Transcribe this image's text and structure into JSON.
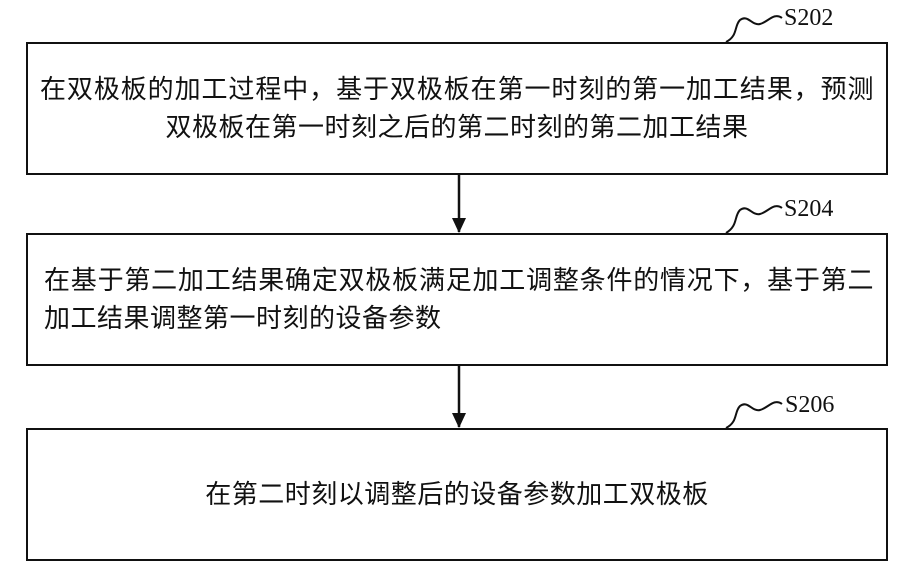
{
  "steps": [
    {
      "id": "S202",
      "text": "在双极板的加工过程中，基于双极板在第一时刻的第一加工结果，预测双极板在第一时刻之后的第二时刻的第二加工结果"
    },
    {
      "id": "S204",
      "text": "在基于第二加工结果确定双极板满足加工调整条件的情况下，基于第二加工结果调整第一时刻的设备参数"
    },
    {
      "id": "S206",
      "text": "在第二时刻以调整后的设备参数加工双极板"
    }
  ],
  "colors": {
    "stroke": "#111111",
    "background": "#ffffff"
  }
}
